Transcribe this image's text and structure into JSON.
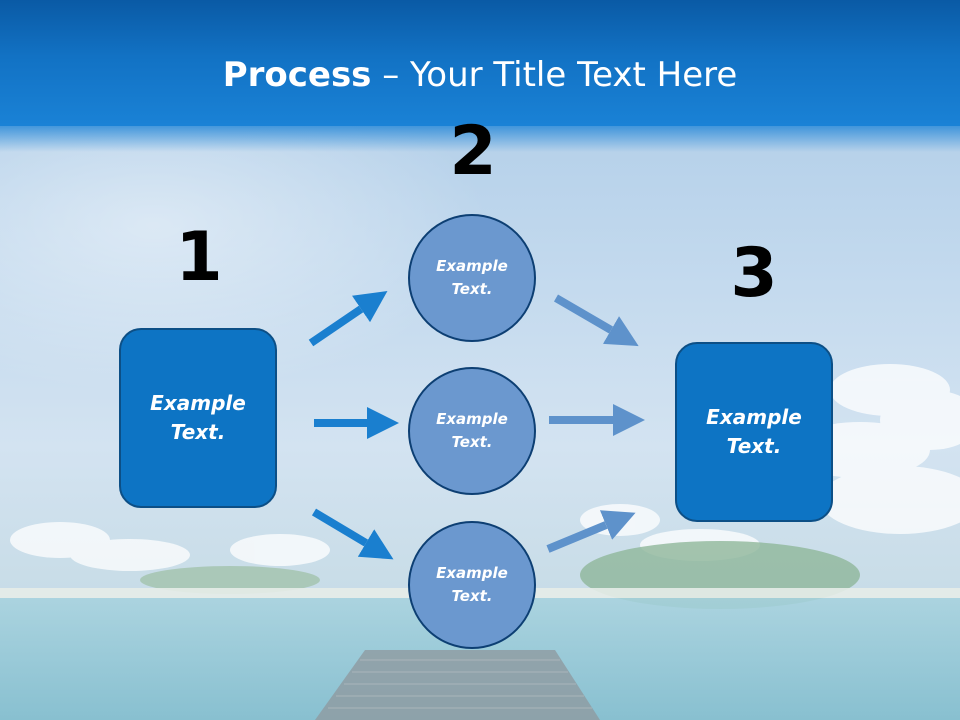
{
  "slide": {
    "title_strong": "Process",
    "title_rest": " – Your Title Text Here"
  },
  "steps": {
    "step1": {
      "number": "1",
      "text": "Example\nText."
    },
    "step2": {
      "number": "2",
      "circles": [
        "Example\nText.",
        "Example\nText.",
        "Example\nText."
      ]
    },
    "step3": {
      "number": "3",
      "text": "Example\nText."
    }
  },
  "colors": {
    "title_band": "#1272c4",
    "box_fill": "#0d74c4",
    "circle_fill": "#6b98cf",
    "arrow_dark": "#1a7fcf",
    "arrow_light": "#5e92cb"
  }
}
